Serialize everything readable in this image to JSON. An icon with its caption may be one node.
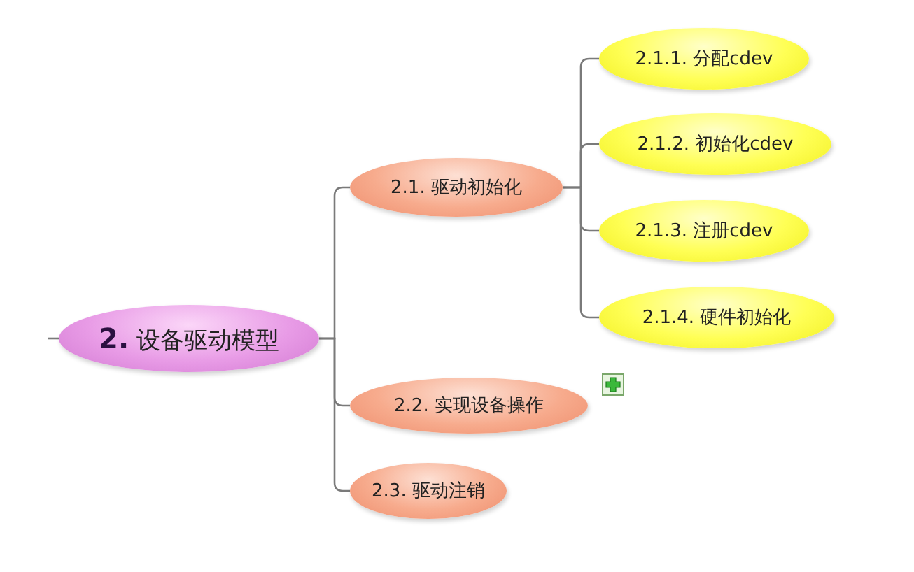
{
  "diagram": {
    "nodes": [
      {
        "text": [
          "**2.** 设备驱动模型"
        ]
      },
      {
        "text": [
          "2.1. 驱动初始化"
        ]
      },
      {
        "text": [
          "2.1.1. 分配cdev"
        ]
      },
      {
        "text": [
          "2.1.2. 初始化cdev"
        ]
      },
      {
        "text": [
          "2.1.3. 注册cdev"
        ]
      },
      {
        "text": [
          "2.1.4. 硬件初始化"
        ]
      },
      {
        "text": [
          "2.2. 实现设备操作"
        ]
      },
      {
        "text": [
          "2.3. 驱动注销"
        ]
      }
    ],
    "edges": [
      {
        "from": null,
        "to": 0,
        "arrow": "none"
      },
      {
        "from": 0,
        "to": 1,
        "arrow": "none"
      },
      {
        "from": 1,
        "to": 2,
        "arrow": "none"
      },
      {
        "from": 1,
        "to": 3,
        "arrow": "none"
      },
      {
        "from": 1,
        "to": 4,
        "arrow": "none"
      },
      {
        "from": 1,
        "to": 5,
        "arrow": "none"
      },
      {
        "from": 0,
        "to": 6,
        "arrow": "none"
      },
      {
        "from": 0,
        "to": 7,
        "arrow": "none"
      }
    ]
  }
}
